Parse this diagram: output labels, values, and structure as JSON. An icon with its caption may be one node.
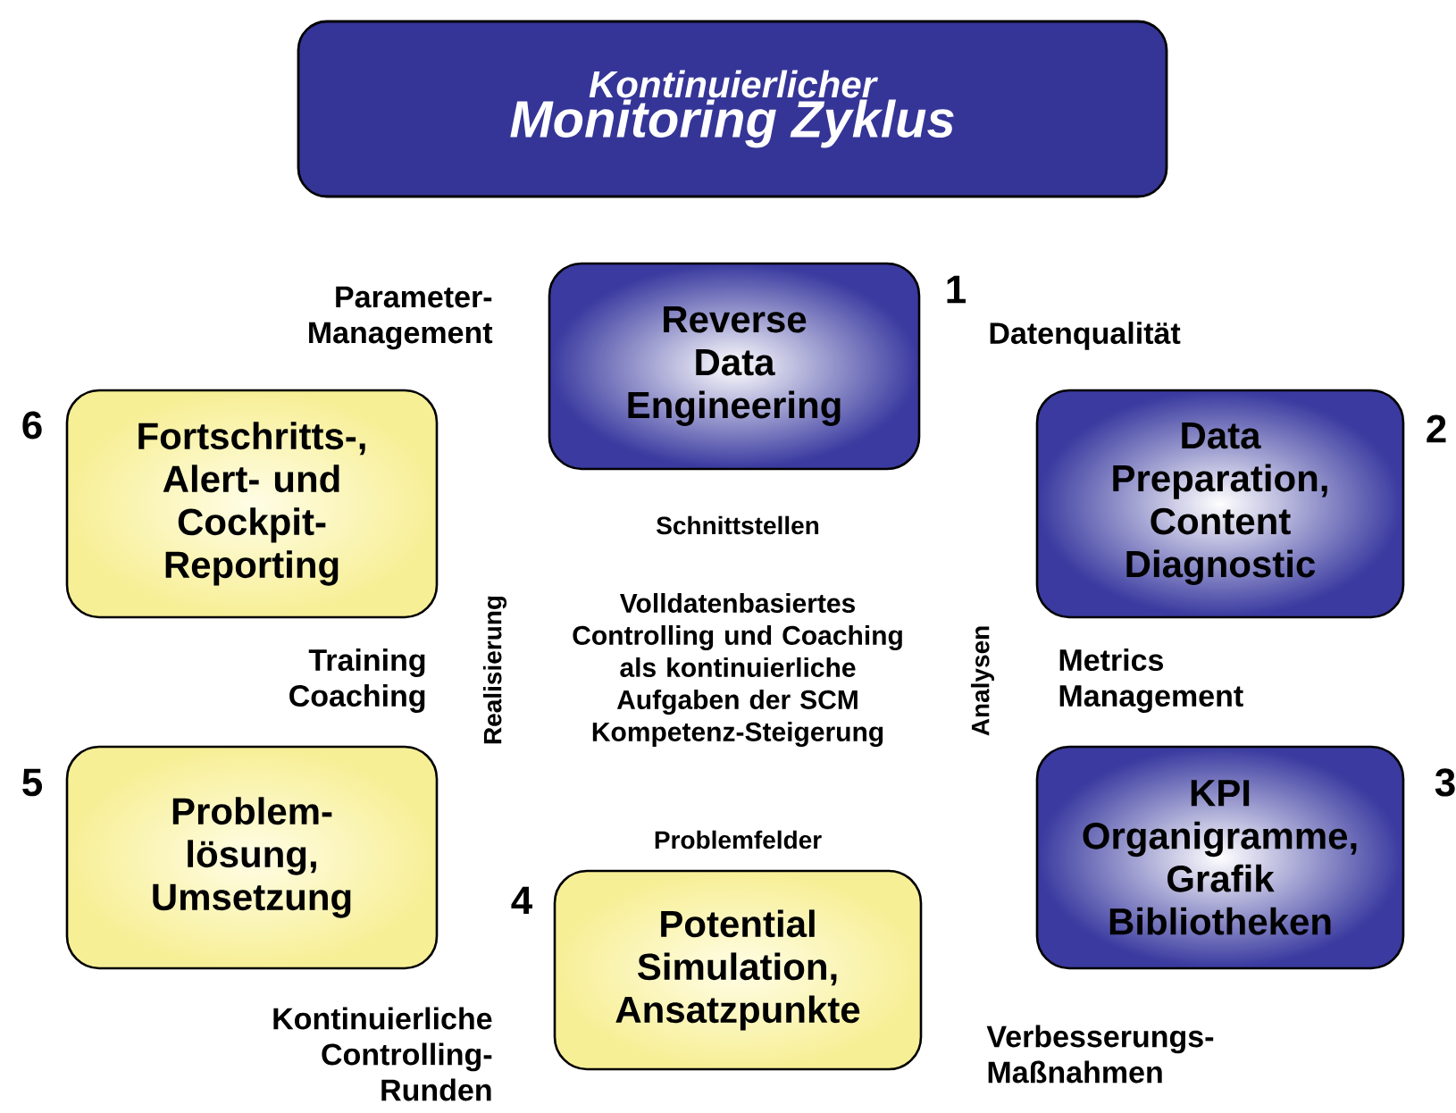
{
  "diagram": {
    "nodes": [
      {
        "text": [
          "Kontinuierlicher",
          "Monitoring Zyklus"
        ]
      },
      {
        "text": [
          "Reverse Data Engineering"
        ],
        "beside": [
          "1"
        ]
      },
      {
        "text": [
          "Data Preparation, Content Diagnostic"
        ],
        "beside": [
          "2"
        ]
      },
      {
        "text": [
          "KPI Organigramme, Grafik Bibliotheken"
        ],
        "beside": [
          "3"
        ]
      },
      {
        "text": [
          "Potential Simulation, Ansatzpunkte"
        ],
        "beside": [
          "4"
        ]
      },
      {
        "text": [
          "Problem- lösung, Umsetzung"
        ],
        "beside": [
          "5"
        ]
      },
      {
        "text": [
          "Fortschritts-, Alert- und Cockpit- Reporting"
        ],
        "beside": [
          "6"
        ]
      }
    ],
    "labels": [
      "Parameter- Management",
      "Datenqualität",
      "Schnittstellen",
      "Training Coaching",
      "Metrics Management",
      "Realisierung",
      "Volldatenbasiertes Controlling und Coaching als kontinuierliche Aufgaben der SCM Kompetenz-Steigerung",
      "Analysen",
      "Problemfelder",
      "Kontinuierliche Controlling- Runden",
      "Verbesserungs- Maßnahmen"
    ]
  }
}
